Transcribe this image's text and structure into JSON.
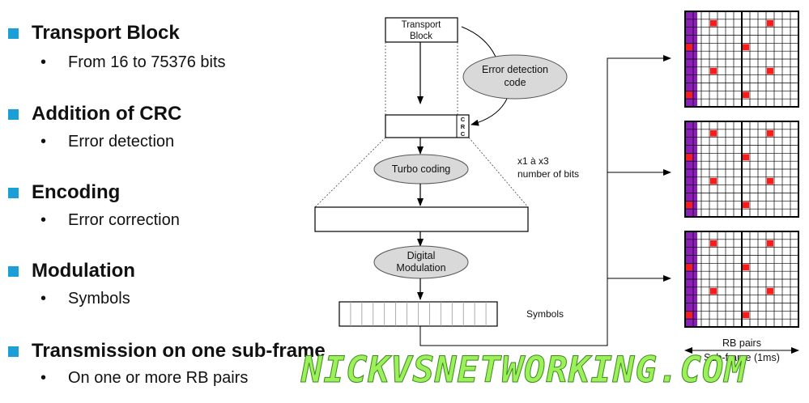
{
  "bullets": [
    {
      "title": "Transport Block",
      "sub": "From 16 to 75376 bits"
    },
    {
      "title": "Addition of CRC",
      "sub": "Error detection"
    },
    {
      "title": "Encoding",
      "sub": "Error correction"
    },
    {
      "title": "Modulation",
      "sub": "Symbols"
    },
    {
      "title": "Transmission on one sub-frame",
      "sub": "On one or more RB pairs"
    }
  ],
  "bullet_glyph": "•",
  "diagram": {
    "transport_block_line1": "Transport",
    "transport_block_line2": "Block",
    "error_detection_line1": "Error detection",
    "error_detection_line2": "code",
    "crc_c1": "C",
    "crc_r": "R",
    "crc_c2": "C",
    "turbo_coding": "Turbo coding",
    "ratio_line1": "x1 à x3",
    "ratio_line2": "number of bits",
    "digital_line1": "Digital",
    "digital_line2": "Modulation",
    "symbols": "Symbols",
    "rb_pairs": "RB pairs",
    "subframe": "Sub-frame (1ms)"
  },
  "colors": {
    "accent": "#1a9fd6",
    "control_region": "#8b1fb8",
    "reference_signal": "#ff1a1a",
    "ellipse_fill": "#d9d9d9",
    "watermark": "#9cf05a"
  },
  "watermark": "NICKVSNETWORKING.COM"
}
